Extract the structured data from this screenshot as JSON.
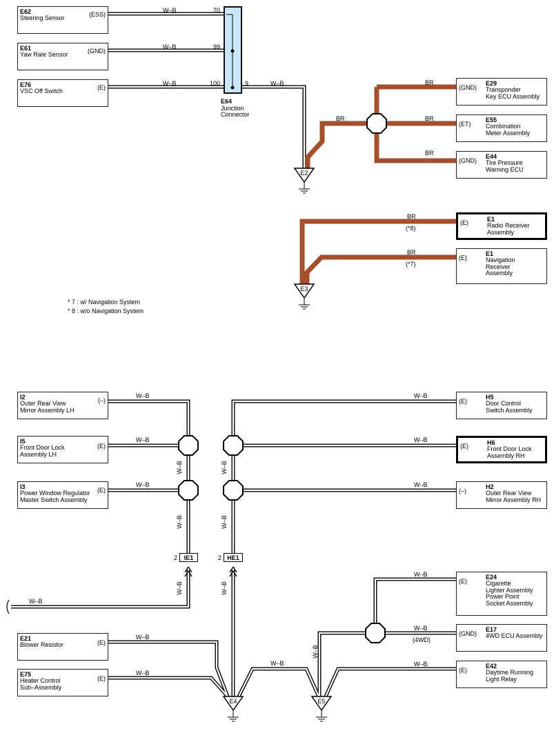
{
  "colors": {
    "wire_white_black": "#000000",
    "wire_brown": "#a5502c",
    "junction_connector_fill": "#c9e6f9"
  },
  "wire_labels": {
    "wb": "W–B",
    "br": "BR"
  },
  "left_components": [
    {
      "code": "E62",
      "name": "Steering Sensor",
      "pin": "(ESS)"
    },
    {
      "code": "E61",
      "name": "Yaw Rate Sensor",
      "pin": "(GND)"
    },
    {
      "code": "E76",
      "name": "VSC Off Switch",
      "pin": "(E)"
    },
    {
      "code": "I2",
      "name": "Outer Rear View\nMirror Assembly LH",
      "pin": "(–)"
    },
    {
      "code": "I5",
      "name": "Front Door Lock\nAssembly LH",
      "pin": "(E)"
    },
    {
      "code": "I3",
      "name": "Power Window Regulator\nMaster Switch Assembly",
      "pin": "(E)"
    },
    {
      "code": "E21",
      "name": "Blower Resistor",
      "pin": "(E)"
    },
    {
      "code": "E75",
      "name": "Heater Control\nSub–Assembly",
      "pin": "(E)"
    }
  ],
  "right_components": [
    {
      "code": "E29",
      "name": "Transponder\nKey ECU Assembly",
      "pin": "(GND)"
    },
    {
      "code": "E55",
      "name": "Combination\nMeter Assembly",
      "pin": "(ET)"
    },
    {
      "code": "E44",
      "name": "Tire Pressure\nWarning ECU",
      "pin": "(GND)"
    },
    {
      "code": "E1",
      "name": "Radio Receiver\nAssembly",
      "pin": "(E)"
    },
    {
      "code": "E1",
      "name": "Navigation\nReceiver\nAssembly",
      "pin": "(E)"
    },
    {
      "code": "H5",
      "name": "Door Control\nSwitch Assembly",
      "pin": "(E)"
    },
    {
      "code": "H6",
      "name": "Front Door Lock\nAssembly RH",
      "pin": "(E)"
    },
    {
      "code": "H2",
      "name": "Outer Rear View\nMirror Assembly RH",
      "pin": "(–)"
    },
    {
      "code": "E24",
      "name": "Cigarette\nLighter Assembly\nPower Point\nSocket Assembly",
      "pin": "(E)"
    },
    {
      "code": "E17",
      "name": "4WD ECU Assembly",
      "pin": "(GND)"
    },
    {
      "code": "E42",
      "name": "Daytime Running\nLight Relay",
      "pin": "(E)"
    }
  ],
  "junction_connector": {
    "code": "E64",
    "name": "Junction\nConnector",
    "pins": [
      "70",
      "99",
      "100",
      "9"
    ]
  },
  "option_marks": {
    "with_nav": "(*7)",
    "without_nav": "(*8)",
    "with_4wd": "(4WD)"
  },
  "grounds": [
    "E2",
    "E3",
    "E4",
    "E5"
  ],
  "inline_connectors": [
    {
      "code": "IE1",
      "pin": "2"
    },
    {
      "code": "HE1",
      "pin": "2"
    }
  ],
  "notes": [
    "* 7 : w/ Navigation System",
    "* 8 : w/o Navigation System"
  ]
}
